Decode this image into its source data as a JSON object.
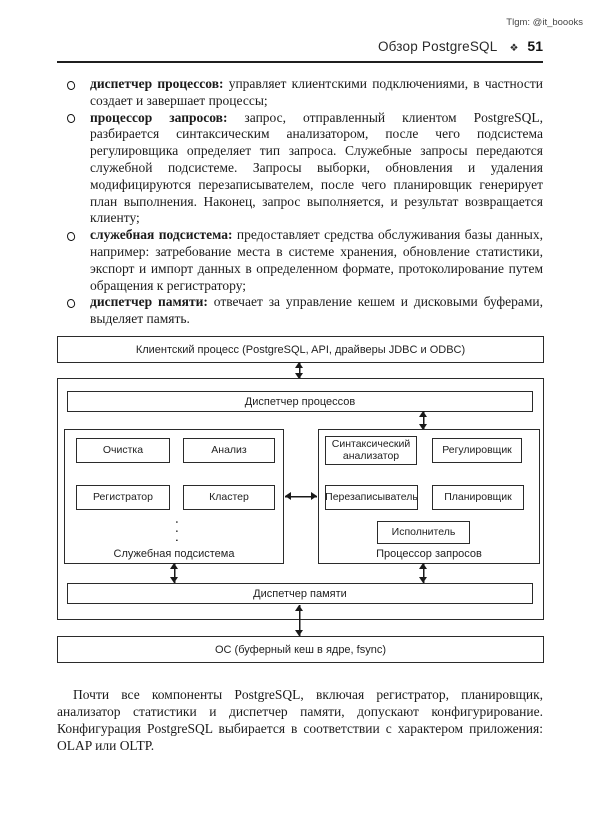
{
  "watermark": "Tlgm: @it_boooks",
  "header": {
    "title": "Обзор PostgreSQL",
    "ornament": "❖",
    "page_number": "51"
  },
  "bullets": [
    {
      "term": "диспетчер процессов:",
      "text": " управляет клиентскими подключениями, в частности создает и завершает процессы;"
    },
    {
      "term": "процессор запросов:",
      "text": " запрос, отправленный клиентом PostgreSQL, разбирается синтаксическим анализатором, после чего подсистема регулировщика определяет тип запроса. Служебные запросы передаются служебной подсистеме. Запросы выборки, обновления и удаления модифицируются перезаписывателем, после чего планировщик генерирует план выполнения. Наконец, запрос выполняется, и результат возвращается клиенту;"
    },
    {
      "term": "служебная подсистема:",
      "text": " предоставляет средства обслуживания базы данных, например: затребование места в системе хранения, обновление статистики, экспорт и импорт данных в определенном формате, протоколирование путем обращения к регистратору;"
    },
    {
      "term": "диспетчер памяти:",
      "text": " отвечает за управление кешем и дисковыми буферами, выделяет память."
    }
  ],
  "diagram": {
    "client_box_label": "Клиентский процесс (PostgreSQL, API, драйверы JDBC и ODBC)",
    "process_dispatcher_label": "Диспетчер процессов",
    "maintenance_subsystem": {
      "label": "Служебная подсистема",
      "boxes": [
        "Очистка",
        "Анализ",
        "Регистратор",
        "Кластер"
      ],
      "ellipsis": "···"
    },
    "query_processor": {
      "label": "Процессор запросов",
      "boxes": [
        "Синтаксический анализатор",
        "Регулировщик",
        "Перезаписыватель",
        "Планировщик",
        "Исполнитель"
      ]
    },
    "memory_dispatcher_label": "Диспетчер памяти",
    "os_box_label": "ОС (буферный кеш в ядре, fsync)"
  },
  "closing_paragraph": "Почти все компоненты PostgreSQL, включая регистратор, планировщик, анализатор статистики и диспетчер памяти, допускают конфигурирование. Конфигурация PostgreSQL выбирается в соответствии с характером приложения: OLAP или OLTP."
}
